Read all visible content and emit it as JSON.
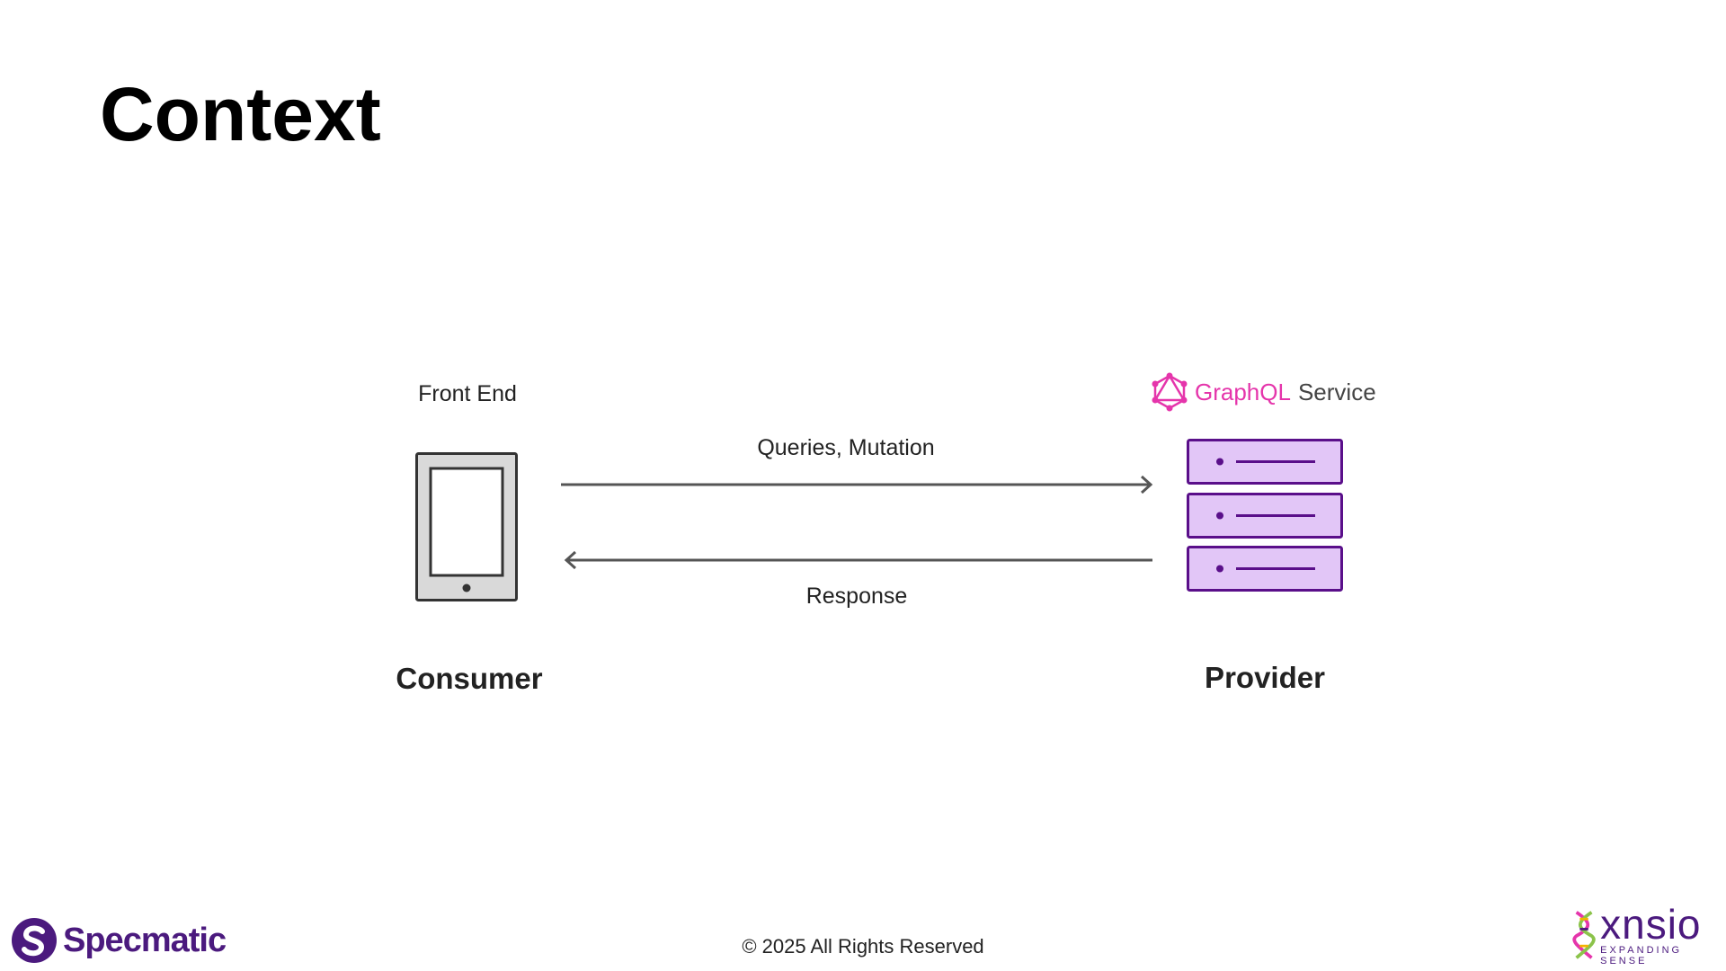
{
  "slide": {
    "title": "Context",
    "footer": "© 2025 All Rights Reserved"
  },
  "diagram": {
    "consumer": {
      "heading": "Front End",
      "label": "Consumer",
      "icon": "tablet-icon"
    },
    "provider": {
      "heading_brand": "GraphQL",
      "heading_text": "Service",
      "label": "Provider",
      "icon": "server-stack-icon",
      "logo_icon": "graphql-logo-icon"
    },
    "request_label": "Queries, Mutation",
    "response_label": "Response"
  },
  "logos": {
    "left": {
      "name": "Specmatic",
      "icon": "specmatic-logo-icon"
    },
    "right": {
      "name": "xnsio",
      "tagline": "EXPANDING SENSE",
      "icon": "xnsio-logo-icon"
    }
  },
  "colors": {
    "graphql_pink": "#e535ab",
    "server_fill": "#e2c6f7",
    "server_stroke": "#5a0f8a",
    "brand_purple": "#4b1a7e",
    "device_fill": "#d9d9d9"
  }
}
